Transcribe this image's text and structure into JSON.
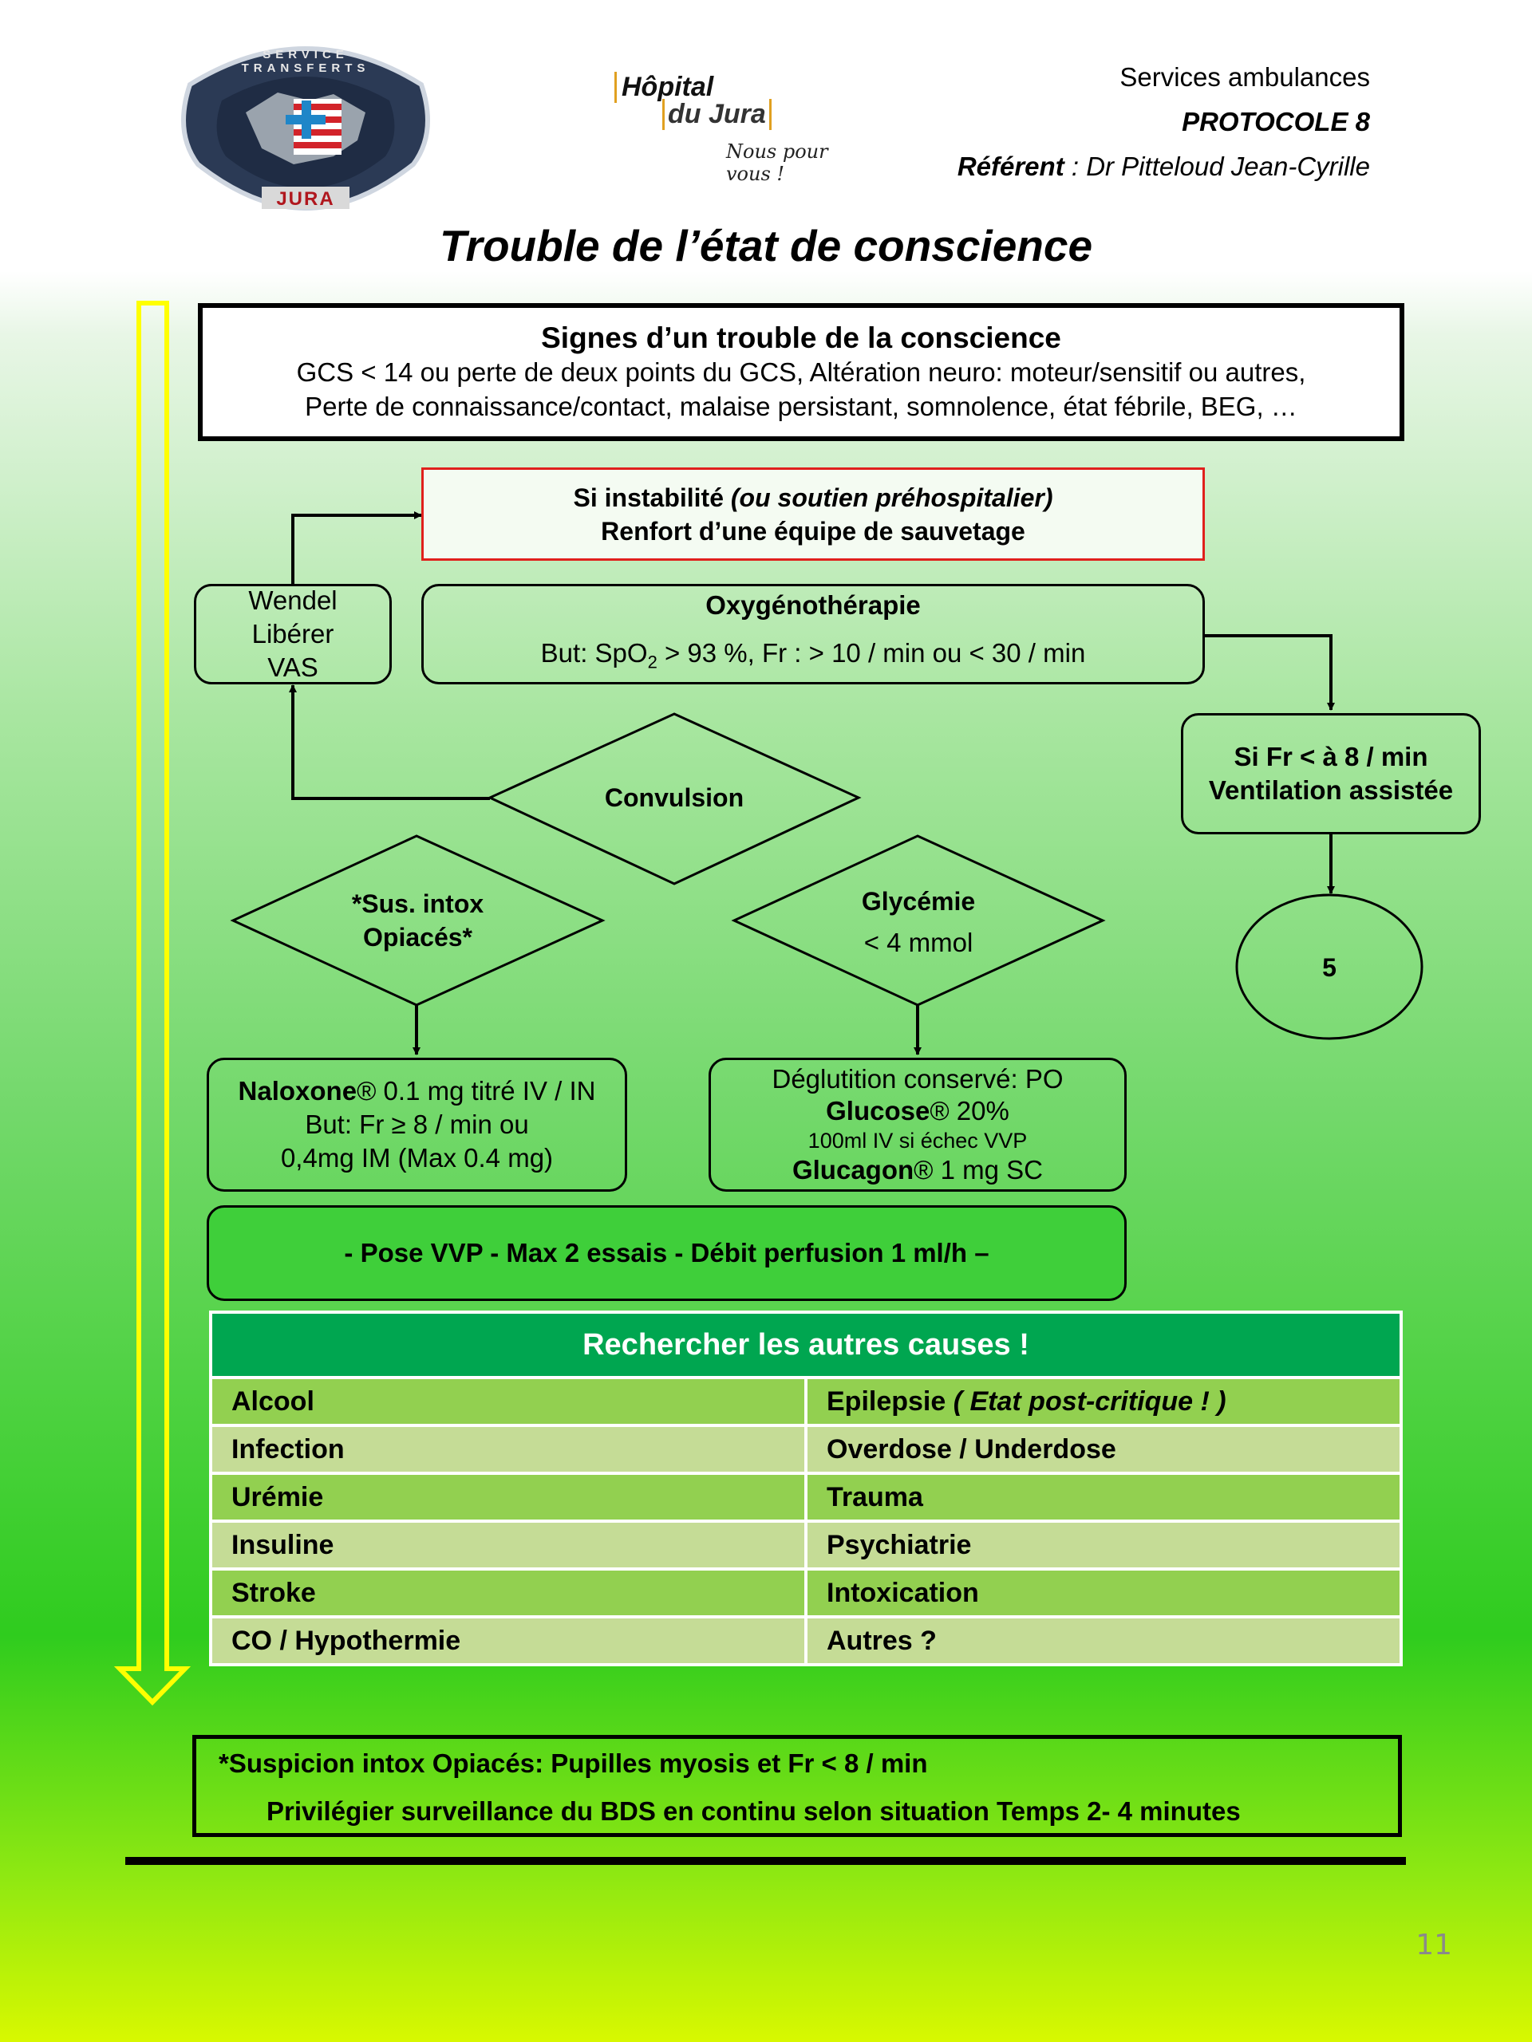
{
  "header": {
    "logo_left": {
      "ring_text_top": "SERVICE TRANSFERTS",
      "ring_text_bottom": "JURA"
    },
    "logo_center": {
      "line1": "Hôpital",
      "line2": "du Jura",
      "slogan": "Nous pour vous !"
    },
    "service": "Services ambulances",
    "protocol": "PROTOCOLE  8",
    "referent_label": "Référent",
    "referent_value": " : Dr Pitteloud Jean-Cyrille"
  },
  "title": "Trouble de l’état de conscience",
  "signs": {
    "heading": "Signes d’un trouble de la conscience",
    "line1": "GCS < 14 ou perte de deux points du GCS, Altération neuro: moteur/sensitif ou autres,",
    "line2": "Perte de connaissance/contact, malaise persistant, somnolence, état fébrile, BEG, …"
  },
  "instability": {
    "line1_bold": "Si instabilité ",
    "line1_italic": "(ou soutien préhospitalier)",
    "line2": "Renfort d’une équipe de sauvetage"
  },
  "wendel": {
    "line1": "Wendel",
    "line2": "Libérer",
    "line3": "VAS"
  },
  "oxygen": {
    "title": "Oxygénothérapie",
    "goal_a": "But: SpO",
    "goal_sub": "2",
    "goal_b": " > 93 %, Fr : > 10 / min ou < 30 / min"
  },
  "ventilation": {
    "line1": "Si Fr < à 8 / min",
    "line2": "Ventilation assistée"
  },
  "circle_ref": "5",
  "convulsion": "Convulsion",
  "opiates": {
    "line1": "*Sus. intox",
    "line2": "Opiacés*"
  },
  "glycemia": {
    "line1": "Glycémie",
    "line2": "< 4 mmol"
  },
  "naloxone": {
    "name": "Naloxone",
    "rest": "® 0.1 mg titré IV / IN",
    "line2": "But: Fr ≥ 8 / min ou",
    "line3": "0,4mg IM (Max 0.4 mg)"
  },
  "glucose": {
    "line1": "Déglutition conservé: PO",
    "name": "Glucose",
    "rest": "® 20%",
    "line3": "100ml IV si échec VVP",
    "glucagon": "Glucagon",
    "glucagon_rest": "® 1 mg SC"
  },
  "vvp": "- Pose VVP - Max 2 essais  - Débit perfusion 1 ml/h –",
  "causes": {
    "heading": "Rechercher les autres causes !",
    "rows": [
      {
        "left": "Alcool",
        "right_a": "Epilepsie ",
        "right_b": "( Etat  post-critique ! )"
      },
      {
        "left": "Infection",
        "right_a": "Overdose / Underdose",
        "right_b": ""
      },
      {
        "left": "Urémie",
        "right_a": "Trauma",
        "right_b": ""
      },
      {
        "left": "Insuline",
        "right_a": "Psychiatrie",
        "right_b": ""
      },
      {
        "left": "Stroke",
        "right_a": "Intoxication",
        "right_b": ""
      },
      {
        "left": "CO / Hypothermie",
        "right_a": "Autres ?",
        "right_b": ""
      }
    ]
  },
  "footnote": {
    "line1": "*Suspicion intox Opiacés: Pupilles myosis et Fr < 8 / min",
    "line2": "Privilégier  surveillance du BDS en continu selon situation Temps  2- 4 minutes"
  },
  "page_number": "11",
  "colors": {
    "yellow_arrow": "#ffff00",
    "red_border": "#e0201c",
    "table_head": "#00a650",
    "row_dark": "#92d050",
    "row_light": "#c5dc96"
  }
}
